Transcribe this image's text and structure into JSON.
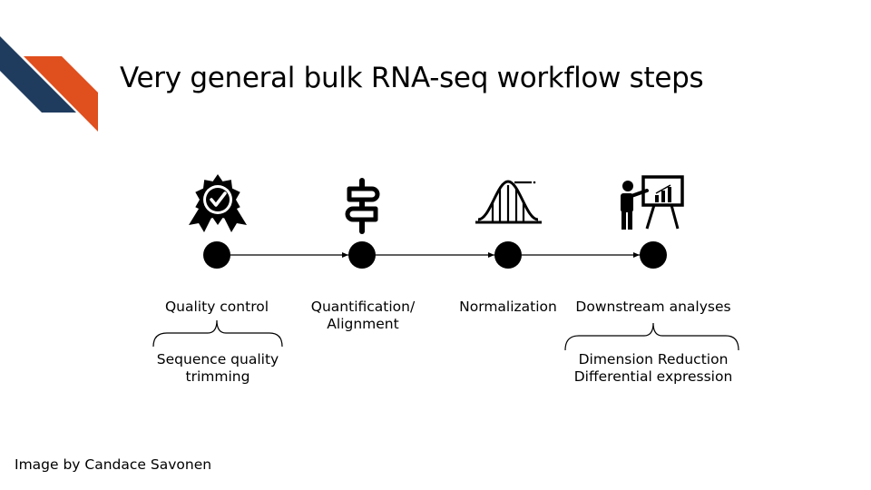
{
  "slide": {
    "title": "Very general bulk RNA-seq workflow steps",
    "credit": "Image by Candace Savonen"
  },
  "colors": {
    "accent_navy": "#1f3c5f",
    "accent_orange": "#e04f1e",
    "ink": "#000000"
  },
  "steps": [
    {
      "label": "Quality control",
      "sublabel": "Sequence quality\ntrimming",
      "icon": "award-ribbon-check-icon"
    },
    {
      "label": "Quantification/\nAlignment",
      "sublabel": "",
      "icon": "signpost-icon"
    },
    {
      "label": "Normalization",
      "sublabel": "",
      "icon": "bell-curve-icon"
    },
    {
      "label": "Downstream analyses",
      "sublabel": "Dimension Reduction\nDifferential expression",
      "icon": "presentation-board-icon"
    }
  ]
}
